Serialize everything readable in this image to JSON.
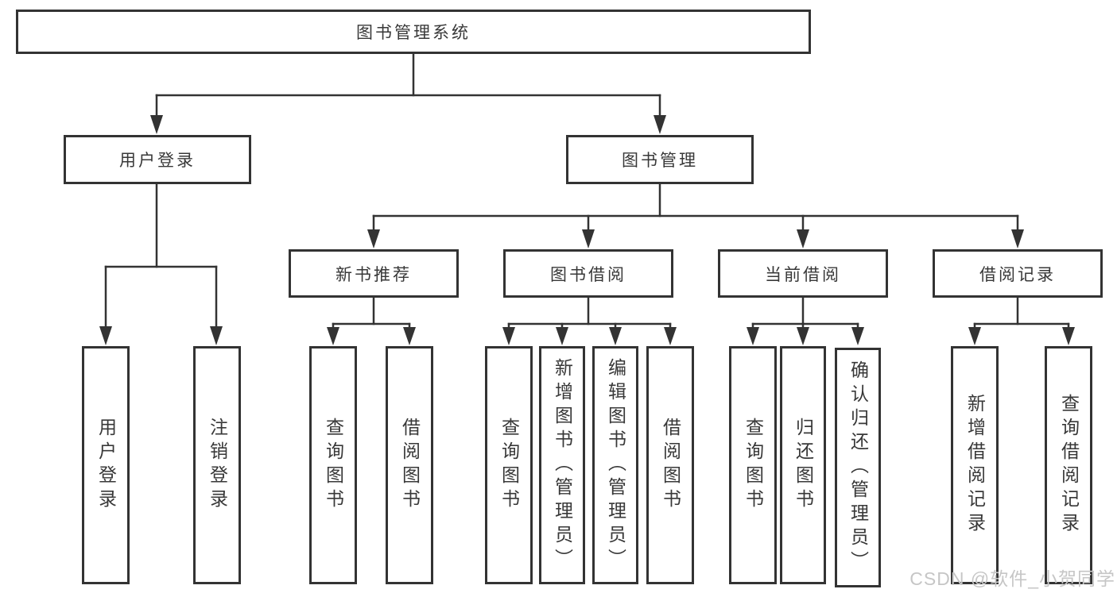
{
  "tree": {
    "label": "图书管理系统",
    "children": [
      {
        "label": "用户登录",
        "children": [
          {
            "label": "用户登录"
          },
          {
            "label": "注销登录"
          }
        ]
      },
      {
        "label": "图书管理",
        "children": [
          {
            "label": "新书推荐",
            "children": [
              {
                "label": "查询图书"
              },
              {
                "label": "借阅图书"
              }
            ]
          },
          {
            "label": "图书借阅",
            "children": [
              {
                "label": "查询图书"
              },
              {
                "label": "新增图书（管理员）"
              },
              {
                "label": "编辑图书（管理员）"
              },
              {
                "label": "借阅图书"
              }
            ]
          },
          {
            "label": "当前借阅",
            "children": [
              {
                "label": "查询图书"
              },
              {
                "label": "归还图书"
              },
              {
                "label": "确认归还（管理员）"
              }
            ]
          },
          {
            "label": "借阅记录",
            "children": [
              {
                "label": "新增借阅记录"
              },
              {
                "label": "查询借阅记录"
              }
            ]
          }
        ]
      }
    ]
  },
  "watermark": {
    "text": "CSDN @软件_小贺同学"
  },
  "colors": {
    "line": "#333333",
    "box_border": "#333333",
    "text": "#383838",
    "watermark": "#c6c6c6",
    "background": "#ffffff"
  }
}
